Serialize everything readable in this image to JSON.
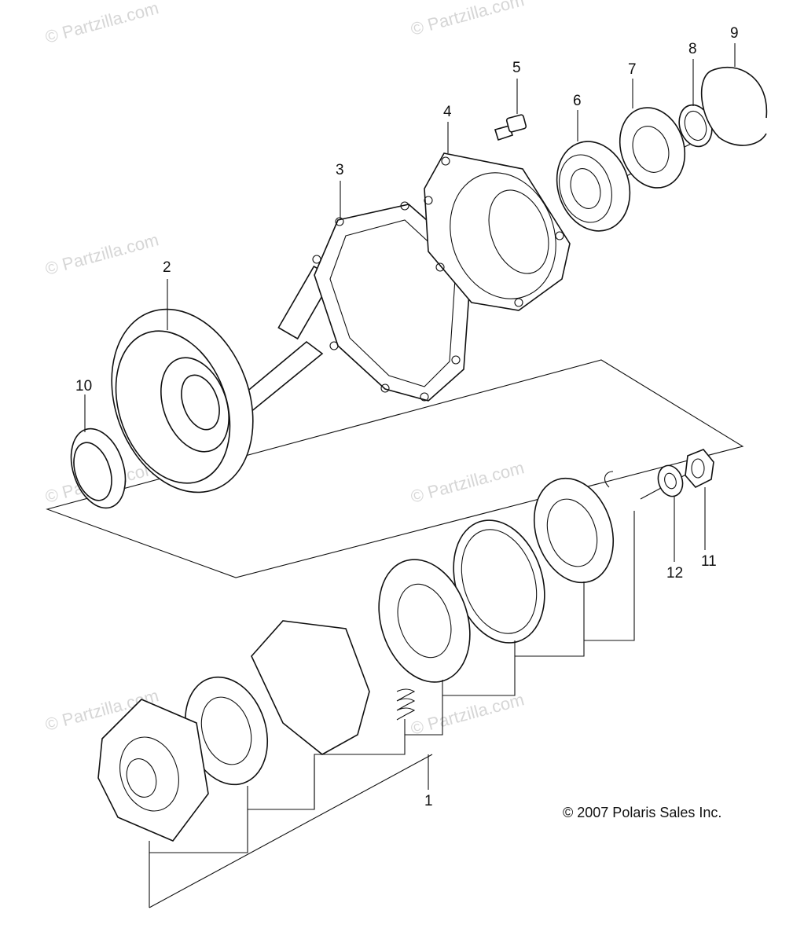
{
  "watermark": "© Partzilla.com",
  "copyright": "© 2007 Polaris Sales Inc.",
  "callouts": [
    {
      "id": "1",
      "label": "1"
    },
    {
      "id": "2",
      "label": "2"
    },
    {
      "id": "3",
      "label": "3"
    },
    {
      "id": "4",
      "label": "4"
    },
    {
      "id": "5",
      "label": "5"
    },
    {
      "id": "6",
      "label": "6"
    },
    {
      "id": "7",
      "label": "7"
    },
    {
      "id": "8",
      "label": "8"
    },
    {
      "id": "9",
      "label": "9"
    },
    {
      "id": "10",
      "label": "10"
    },
    {
      "id": "11",
      "label": "11"
    },
    {
      "id": "12",
      "label": "12"
    }
  ]
}
